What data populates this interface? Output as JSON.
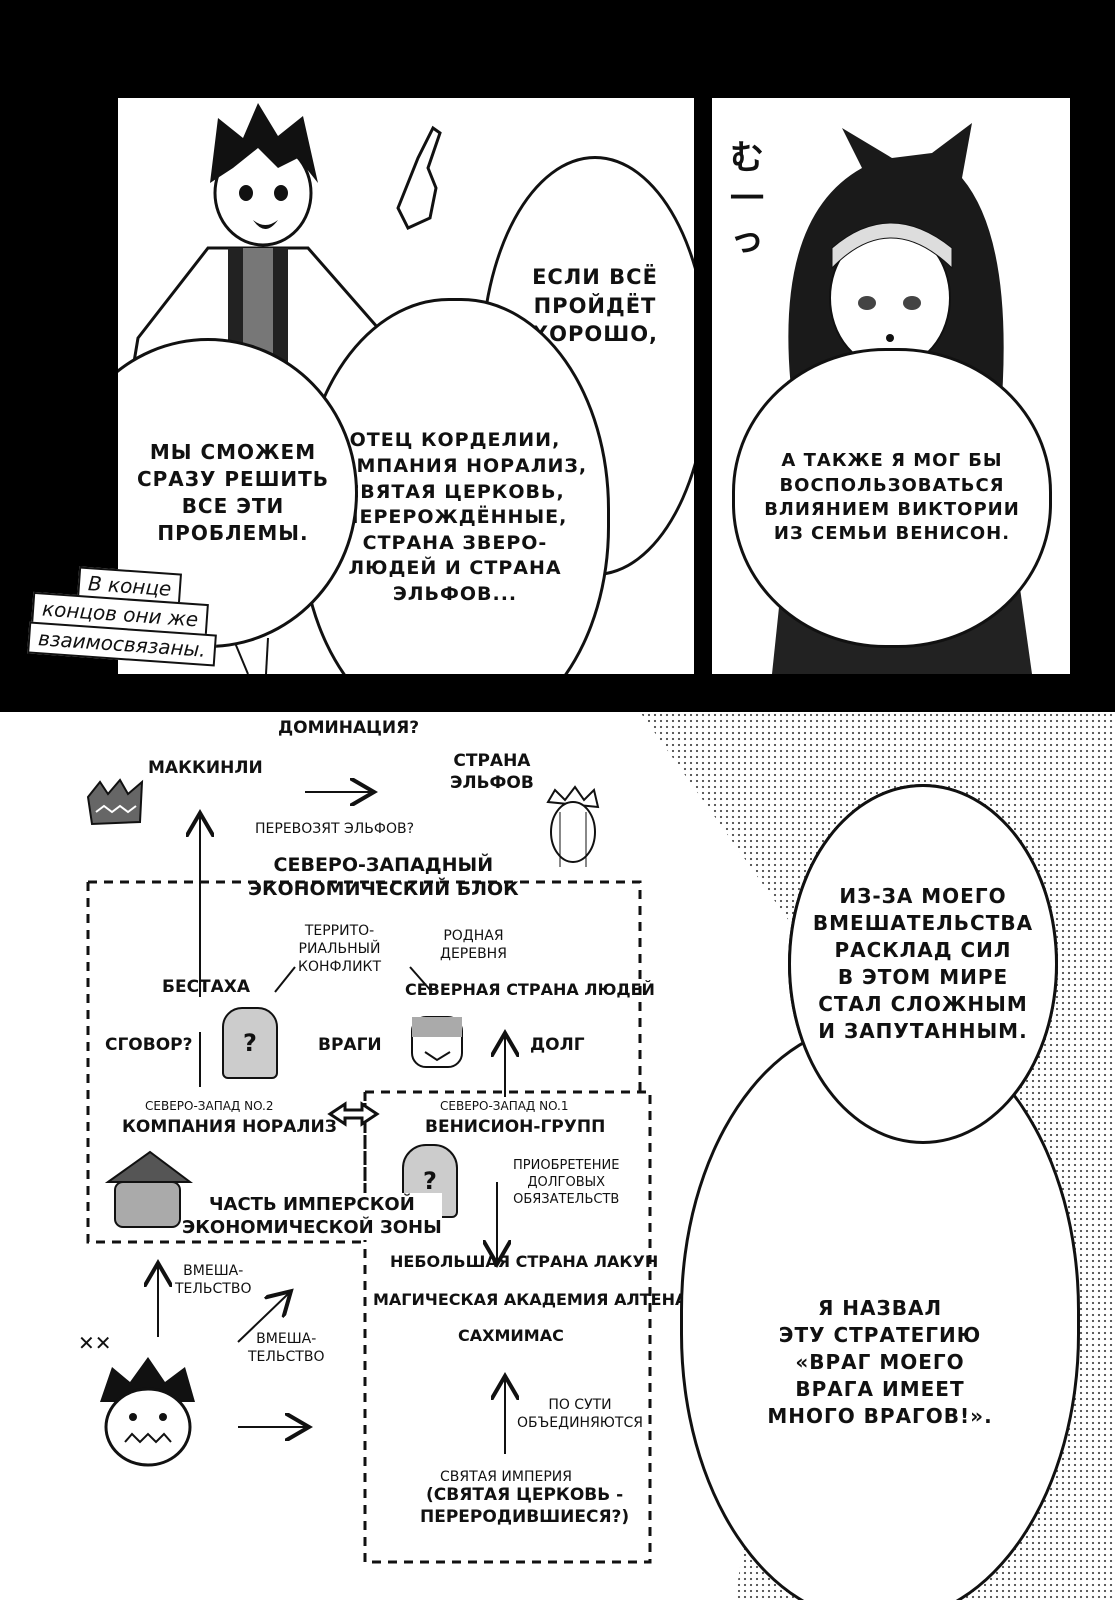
{
  "panel1": {
    "bubble_top": "ЕСЛИ ВСЁ\nПРОЙДЁТ\nХОРОШО,",
    "bubble_mid": "ОТЕЦ КОРДЕЛИИ,\nКОМПАНИЯ НОРАЛИЗ,\nСВЯТАЯ ЦЕРКОВЬ,\nПЕРЕРОЖДЁННЫЕ,\nСТРАНА ЗВЕРО-\nЛЮДЕЙ И СТРАНА\nЭЛЬФОВ...",
    "bubble_left": "МЫ СМОЖЕМ\nСРАЗУ РЕШИТЬ\nВСЕ ЭТИ\nПРОБЛЕМЫ.",
    "caption_lines": [
      "В конце",
      "концов они же",
      "взаимосвязаны."
    ]
  },
  "panel2": {
    "sfx": "む一っ",
    "bubble": "А ТАКЖЕ Я МОГ БЫ\nВОСПОЛЬЗОВАТЬСЯ\nВЛИЯНИЕМ ВИКТОРИИ\nИЗ СЕМЬИ ВЕНИСОН."
  },
  "panel3": {
    "bubble_top": "ИЗ-ЗА МОЕГО\nВМЕШАТЕЛЬСТВА\nРАСКЛАД СИЛ\nВ ЭТОМ МИРЕ\nСТАЛ СЛОЖНЫМ\nИ ЗАПУТАННЫМ.",
    "bubble_bottom": "Я НАЗВАЛ\nЭТУ СТРАТЕГИЮ\n«ВРАГ МОЕГО\nВРАГА ИМЕЕТ\nМНОГО ВРАГОВ!».",
    "diagram": {
      "domination": "ДОМИНАЦИЯ?",
      "mckinley": "МАККИНЛИ",
      "elf_country": "СТРАНА\nЭЛЬФОВ",
      "transport_elves": "ПЕРЕВОЗЯТ ЭЛЬФОВ?",
      "northwest_bloc": "СЕВЕРО-ЗАПАДНЫЙ\nЭКОНОМИЧЕСКИЙ БЛОК",
      "territorial": "ТЕРРИТО-\nРИАЛЬНЫЙ\nКОНФЛИКТ",
      "home_village": "РОДНАЯ\nДЕРЕВНЯ",
      "bestaha": "БЕСТАХА",
      "north_human": "СЕВЕРНАЯ СТРАНА ЛЮДЕЙ",
      "collusion": "СГОВОР?",
      "enemies": "ВРАГИ",
      "debt": "ДОЛГ",
      "nw2": "СЕВЕРО-ЗАПАД NO.2",
      "noraliz": "КОМПАНИЯ НОРАЛИЗ",
      "nw1": "СЕВЕРО-ЗАПАД NO.1",
      "venison": "ВЕНИСИОН-ГРУПП",
      "debt_acquire": "ПРИОБРЕТЕНИЕ\nДОЛГОВЫХ\nОБЯЗАТЕЛЬСТВ",
      "imperial_zone": "ЧАСТЬ ИМПЕРСКОЙ\nЭКОНОМИЧЕСКОЙ ЗОНЫ",
      "intervention1": "ВМЕША-\nТЕЛЬСТВО",
      "intervention2": "ВМЕША-\nТЕЛЬСТВО",
      "lakun": "НЕБОЛЬШАЯ СТРАНА ЛАКУН",
      "altena": "МАГИЧЕСКАЯ АКАДЕМИЯ АЛТЕНА",
      "sahmimas": "САХМИМАС",
      "uniting": "ПО СУТИ\nОБЪЕДИНЯЮТСЯ",
      "holy_empire": "СВЯТАЯ ИМПЕРИЯ",
      "holy_church": "(СВЯТАЯ ЦЕРКОВЬ -\nПЕРЕРОДИВШИЕСЯ?)",
      "question": "?"
    }
  }
}
